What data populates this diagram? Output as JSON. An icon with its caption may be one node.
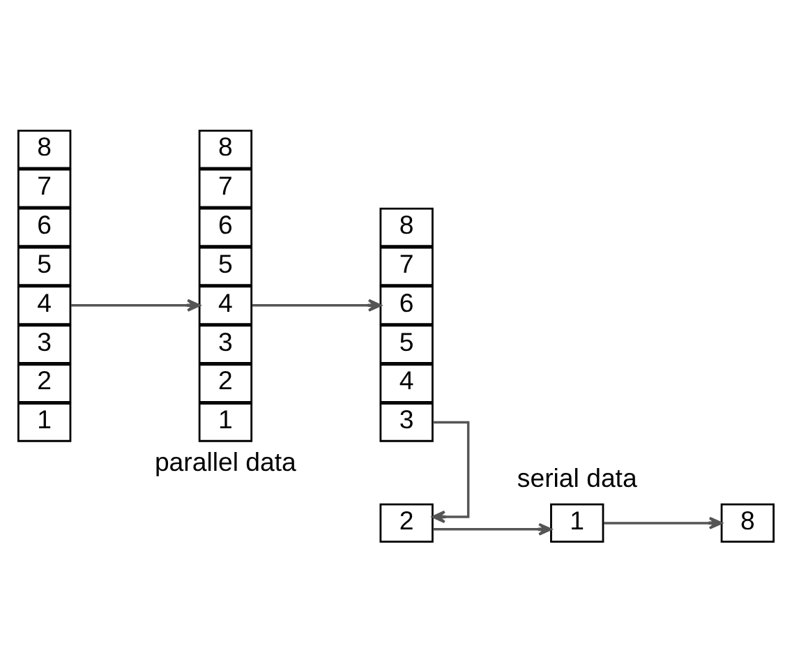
{
  "diagram": {
    "nodes": [
      {
        "text": [
          "8"
        ]
      },
      {
        "text": [
          "7"
        ]
      },
      {
        "text": [
          "6"
        ]
      },
      {
        "text": [
          "5"
        ]
      },
      {
        "text": [
          "4"
        ]
      },
      {
        "text": [
          "3"
        ]
      },
      {
        "text": [
          "2"
        ]
      },
      {
        "text": [
          "1"
        ]
      },
      {
        "text": [
          "8"
        ]
      },
      {
        "text": [
          "7"
        ]
      },
      {
        "text": [
          "6"
        ]
      },
      {
        "text": [
          "5"
        ]
      },
      {
        "text": [
          "4"
        ]
      },
      {
        "text": [
          "3"
        ]
      },
      {
        "text": [
          "2"
        ]
      },
      {
        "text": [
          "1"
        ]
      },
      {
        "text": [
          "8"
        ]
      },
      {
        "text": [
          "7"
        ]
      },
      {
        "text": [
          "6"
        ]
      },
      {
        "text": [
          "5"
        ]
      },
      {
        "text": [
          "4"
        ]
      },
      {
        "text": [
          "3"
        ]
      },
      {
        "text": [
          "2"
        ]
      },
      {
        "text": [
          "1"
        ]
      },
      {
        "text": [
          "8"
        ]
      }
    ],
    "edges": [
      {
        "from": 4,
        "to": 12,
        "arrow": "to"
      },
      {
        "from": 12,
        "to": 18,
        "arrow": "to"
      },
      {
        "from": 21,
        "to": 22,
        "arrow": "to"
      },
      {
        "from": 22,
        "to": 23,
        "arrow": "to"
      },
      {
        "from": 23,
        "to": 24,
        "arrow": "to"
      }
    ],
    "labels": [
      "parallel data",
      "serial data"
    ]
  }
}
